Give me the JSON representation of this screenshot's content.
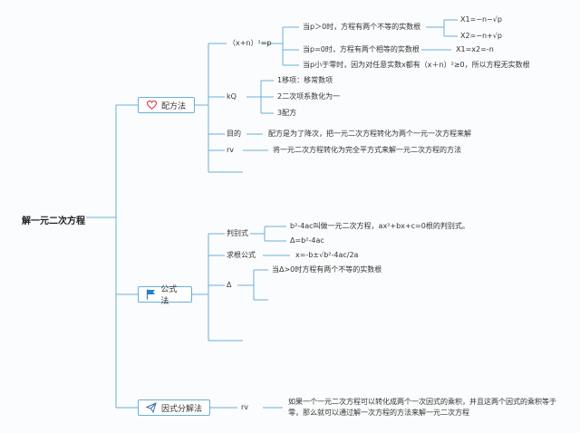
{
  "root": "解一元二次方程",
  "b1": {
    "title": "配方法",
    "icon": "heart-icon",
    "l1": "（x+n）²=p",
    "l1_c1": "当p＞0时，方程有两个不等的实数根",
    "l1_c1_r1": "X1=−n−√p",
    "l1_c1_r2": "X2=−n+√p",
    "l1_c2": "当p=0时，方程有两个相等的实数根",
    "l1_c2_r": "X1=x2=-n",
    "l1_c3": "当p小于零时，因为对任意实数x都有（x＋n）²≥0，所以方程无实数根",
    "l2": "kQ",
    "l2_c1": "1移项：移常数项",
    "l2_c2": "2二次项系数化为一",
    "l2_c3": "3配方",
    "l3": "目的",
    "l3_c": "配方是为了降次，把一元二次方程转化为两个一元一次方程来解",
    "l4": "rv",
    "l4_c": "将一元二次方程转化为完全平方式来解一元二次方程的方法"
  },
  "b2": {
    "title": "公式法",
    "icon": "flag-icon",
    "l1": "判别式",
    "l1_c1": "b²-4ac叫做一元二次方程，ax²+bx+c=0根的判别式。",
    "l1_c2": "Δ=b²-4ac",
    "l2": "求根公式",
    "l2_c": "x=-b±√b²-4ac/2a",
    "l3": "Δ",
    "l3_c": "当Δ>0时方程有两个不等的实数根"
  },
  "b3": {
    "title": "因式分解法",
    "icon": "send-icon",
    "l1": "rv",
    "l1_c": "如果一个一元二次方程可以转化成两个一次因式的乘积，并且这两个因式的乘积等于零，那么就可以通过解一次方程的方法来解一元二次方程"
  },
  "colors": {
    "line": "#6ab0d6",
    "heart": "#d9394e",
    "flag": "#2a7fc1",
    "send": "#3a6e9e"
  }
}
